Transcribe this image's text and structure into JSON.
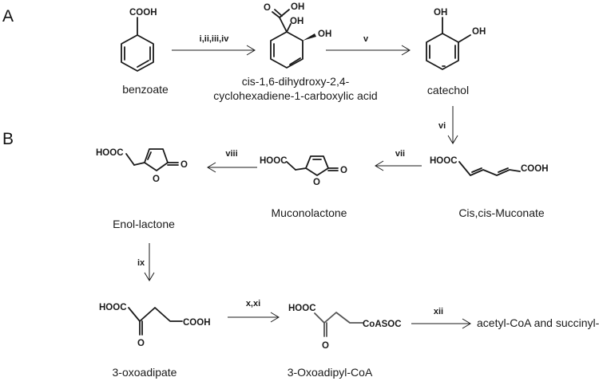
{
  "panels": {
    "a": "A",
    "b": "B"
  },
  "compounds": {
    "benzoate": {
      "name": "benzoate",
      "group": "COOH"
    },
    "diol_acid": {
      "name_line1": "cis-1,6-dihydroxy-2,4-",
      "name_line2": "cyclohexadiene-1-carboxylic acid",
      "oh_a": "OH",
      "oh_b": "OH",
      "oh_c": "OH",
      "o": "O"
    },
    "catechol": {
      "name": "catechol",
      "oh_a": "OH",
      "oh_b": "OH"
    },
    "muconate": {
      "name": "Cis,cis-Muconate",
      "left": "HOOC",
      "right": "COOH"
    },
    "muconolactone": {
      "name": "Muconolactone",
      "group": "HOOC",
      "ring_o": "O",
      "keto_o": "O"
    },
    "enol_lactone": {
      "name": "Enol-lactone",
      "group": "HOOC",
      "ring_o": "O",
      "keto_o": "O"
    },
    "oxoadipate": {
      "name": "3-oxoadipate",
      "left": "HOOC",
      "right": "COOH",
      "keto_o": "O"
    },
    "oxoadipyl_coa": {
      "name": "3-Oxoadipyl-CoA",
      "left": "HOOC",
      "right": "CoASOC",
      "keto_o": "O"
    },
    "products": {
      "name": "acetyl-CoA and succinyl-CoA"
    }
  },
  "steps": {
    "s1": "i,ii,iii,iv",
    "s2": "v",
    "s3": "vi",
    "s4": "vii",
    "s5": "viii",
    "s6": "ix",
    "s7": "x,xi",
    "s8": "xii"
  }
}
